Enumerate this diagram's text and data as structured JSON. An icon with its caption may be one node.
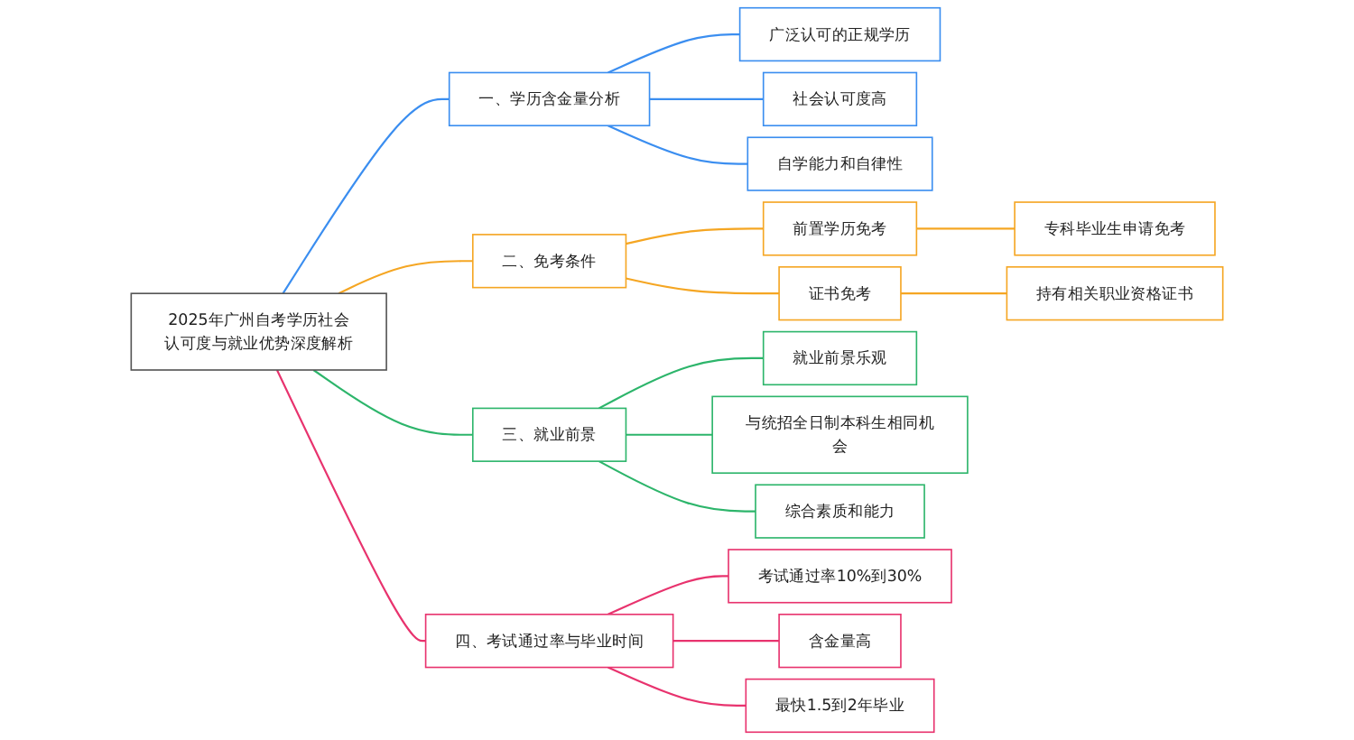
{
  "diagram": {
    "nodes": [
      {
        "text": [
          "2025年广州自考学历社会认可度与就业优势深度解析"
        ]
      },
      {
        "text": [
          "一、学历含金量分析"
        ]
      },
      {
        "text": [
          "广泛认可的正规学历"
        ]
      },
      {
        "text": [
          "社会认可度高"
        ]
      },
      {
        "text": [
          "自学能力和自律性"
        ]
      },
      {
        "text": [
          "二、免考条件"
        ]
      },
      {
        "text": [
          "前置学历免考"
        ]
      },
      {
        "text": [
          "专科毕业生申请免考"
        ]
      },
      {
        "text": [
          "证书免考"
        ]
      },
      {
        "text": [
          "持有相关职业资格证书"
        ]
      },
      {
        "text": [
          "三、就业前景"
        ]
      },
      {
        "text": [
          "就业前景乐观"
        ]
      },
      {
        "text": [
          "与统招全日制本科生相同机会"
        ]
      },
      {
        "text": [
          "综合素质和能力"
        ]
      },
      {
        "text": [
          "四、考试通过率与毕业时间"
        ]
      },
      {
        "text": [
          "考试通过率10%到30%"
        ]
      },
      {
        "text": [
          "含金量高"
        ]
      },
      {
        "text": [
          "最快1.5到2年毕业"
        ]
      }
    ],
    "edges": [
      {
        "from": 0,
        "to": 1,
        "arrow": "none",
        "color": "#3b8ef0"
      },
      {
        "from": 1,
        "to": 2,
        "arrow": "none",
        "color": "#3b8ef0"
      },
      {
        "from": 1,
        "to": 3,
        "arrow": "none",
        "color": "#3b8ef0"
      },
      {
        "from": 1,
        "to": 4,
        "arrow": "none",
        "color": "#3b8ef0"
      },
      {
        "from": 0,
        "to": 5,
        "arrow": "none",
        "color": "#f5a623"
      },
      {
        "from": 5,
        "to": 6,
        "arrow": "none",
        "color": "#f5a623"
      },
      {
        "from": 6,
        "to": 7,
        "arrow": "none",
        "color": "#f5a623"
      },
      {
        "from": 5,
        "to": 8,
        "arrow": "none",
        "color": "#f5a623"
      },
      {
        "from": 8,
        "to": 9,
        "arrow": "none",
        "color": "#f5a623"
      },
      {
        "from": 0,
        "to": 10,
        "arrow": "none",
        "color": "#2db56b"
      },
      {
        "from": 10,
        "to": 11,
        "arrow": "none",
        "color": "#2db56b"
      },
      {
        "from": 10,
        "to": 12,
        "arrow": "none",
        "color": "#2db56b"
      },
      {
        "from": 10,
        "to": 13,
        "arrow": "none",
        "color": "#2db56b"
      },
      {
        "from": 0,
        "to": 14,
        "arrow": "none",
        "color": "#e8336e"
      },
      {
        "from": 14,
        "to": 15,
        "arrow": "none",
        "color": "#e8336e"
      },
      {
        "from": 14,
        "to": 16,
        "arrow": "none",
        "color": "#e8336e"
      },
      {
        "from": 14,
        "to": 17,
        "arrow": "none",
        "color": "#e8336e"
      }
    ]
  }
}
